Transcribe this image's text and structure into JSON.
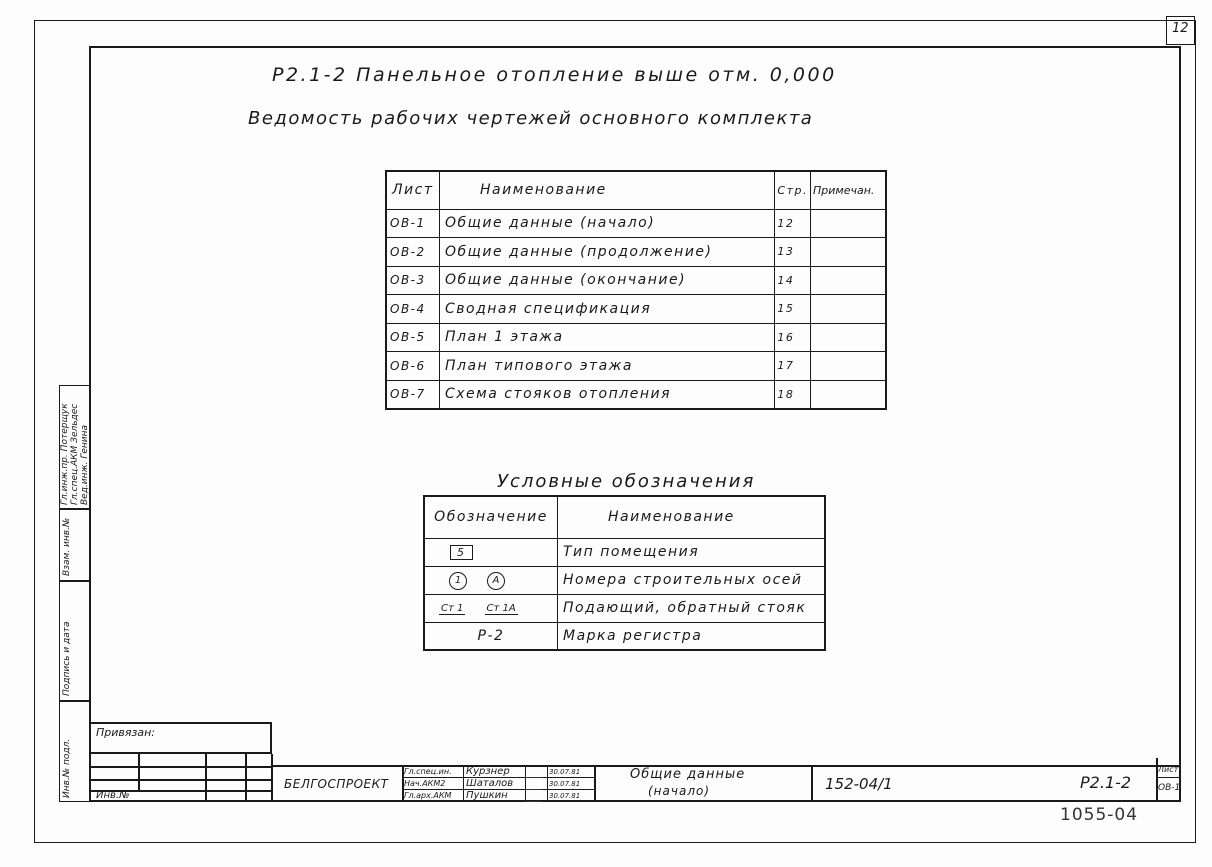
{
  "sheet_number": "12",
  "title": "Р2.1-2  Панельное  отопление  выше  отм.  0,000",
  "subtitle": "Ведомость  рабочих  чертежей  основного  комплекта",
  "drawings_table": {
    "headers": [
      "Лист",
      "Наименование",
      "Стр.",
      "Примечан."
    ],
    "rows": [
      {
        "sheet": "ОВ-1",
        "name": "Общие  данные  (начало)",
        "page": "12",
        "note": ""
      },
      {
        "sheet": "ОВ-2",
        "name": "Общие  данные  (продолжение)",
        "page": "13",
        "note": ""
      },
      {
        "sheet": "ОВ-3",
        "name": "Общие  данные  (окончание)",
        "page": "14",
        "note": ""
      },
      {
        "sheet": "ОВ-4",
        "name": "Сводная  спецификация",
        "page": "15",
        "note": ""
      },
      {
        "sheet": "ОВ-5",
        "name": "План  1  этажа",
        "page": "16",
        "note": ""
      },
      {
        "sheet": "ОВ-6",
        "name": "План  типового  этажа",
        "page": "17",
        "note": ""
      },
      {
        "sheet": "ОВ-7",
        "name": "Схема  стояков  отопления",
        "page": "18",
        "note": ""
      }
    ]
  },
  "legend": {
    "title": "Условные  обозначения",
    "headers": [
      "Обозначение",
      "Наименование"
    ],
    "rows": [
      {
        "symbol": "5",
        "name": "Тип  помещения"
      },
      {
        "symbol_a": "1",
        "symbol_b": "А",
        "name": "Номера  строительных  осей"
      },
      {
        "symbol_a": "Ст 1",
        "symbol_b": "Ст 1А",
        "name": "Подающий, обратный  стояк"
      },
      {
        "symbol": "Р-2",
        "name": "Марка  регистра"
      }
    ]
  },
  "title_block": {
    "bound_label": "Привязан:",
    "inv_label": "Инв.№",
    "organization": "БЕЛГОСПРОЕКТ",
    "signatories": [
      {
        "role": "Гл.спец.ин.",
        "name": "Курзнер",
        "date": "30.07.81"
      },
      {
        "role": "Нач.АКМ2",
        "name": "Шаталов",
        "date": "30.07.81"
      },
      {
        "role": "Гл.арх.АКМ",
        "name": "Пушкин",
        "date": "30.07.81"
      }
    ],
    "sheet_title_1": "Общие  данные",
    "sheet_title_2": "(начало)",
    "project_code": "152-04/1",
    "series": "Р2.1-2",
    "sheet_label": "Лист",
    "sheet_value": "ОВ-1",
    "archive_number": "1055-04"
  },
  "side_stamp": {
    "rows": [
      {
        "role": "Гл.инж.пр.",
        "name": "Потерщук"
      },
      {
        "role": "Гл.спец.АКМ",
        "name": "Зельдес"
      },
      {
        "role": "Вед.инж.",
        "name": "Генина"
      }
    ],
    "labels": [
      "Инв.№ подл.",
      "Подпись и дата",
      "Взам. инв.№"
    ]
  }
}
